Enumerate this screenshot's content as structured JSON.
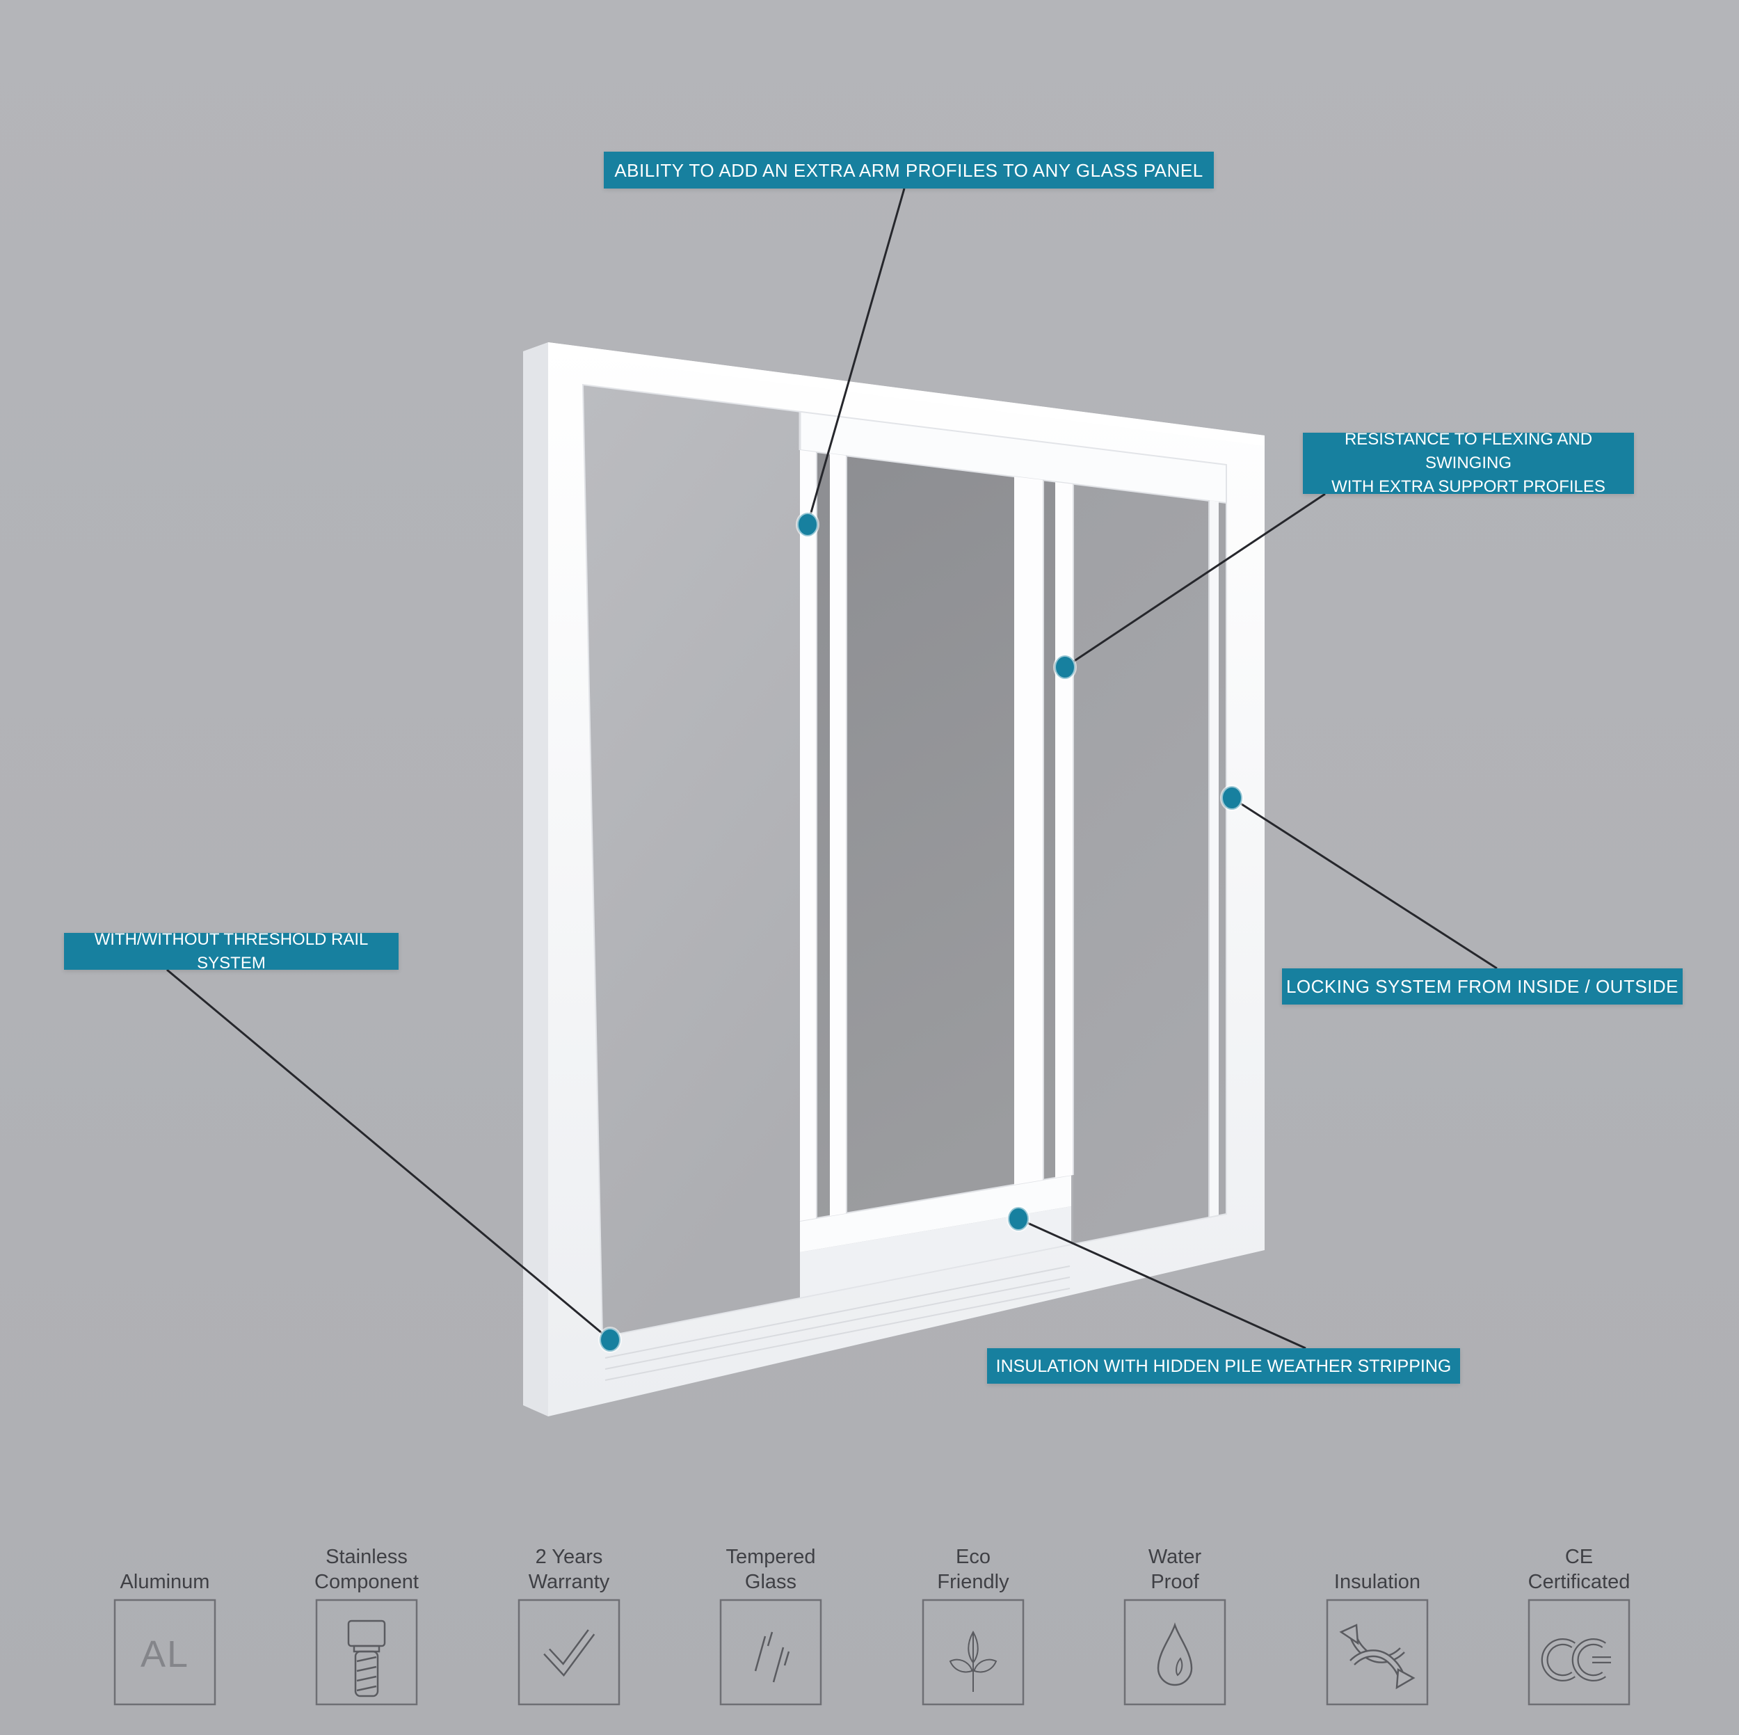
{
  "colors": {
    "background": "#b1b2b6",
    "accent": "#17809f",
    "leader_line": "#26272c",
    "icon_stroke": "#5a5b60",
    "feature_text": "#3f4045",
    "frame_white": "#ffffff"
  },
  "callouts": {
    "extra_arm": {
      "text": "ABILITY TO ADD AN EXTRA ARM PROFILES TO ANY GLASS PANEL"
    },
    "resistance": {
      "text": "RESISTANCE TO FLEXING AND SWINGING\nWITH EXTRA SUPPORT PROFILES"
    },
    "locking": {
      "text": "LOCKING SYSTEM FROM INSIDE / OUTSIDE"
    },
    "threshold": {
      "text": "WITH/WITHOUT THRESHOLD RAIL SYSTEM"
    },
    "insulation": {
      "text": "INSULATION WITH HIDDEN PILE WEATHER STRIPPING"
    }
  },
  "features": [
    {
      "label": "Aluminum",
      "icon": "aluminum-icon",
      "icon_text": "AL"
    },
    {
      "label": "Stainless\nComponent",
      "icon": "screw-icon"
    },
    {
      "label": "2 Years\nWarranty",
      "icon": "checkmark-icon"
    },
    {
      "label": "Tempered\nGlass",
      "icon": "glass-icon"
    },
    {
      "label": "Eco\nFriendly",
      "icon": "leaf-icon"
    },
    {
      "label": "Water\nProof",
      "icon": "droplet-icon"
    },
    {
      "label": "Insulation",
      "icon": "airflow-icon"
    },
    {
      "label": "CE\nCertificated",
      "icon": "ce-icon"
    }
  ]
}
